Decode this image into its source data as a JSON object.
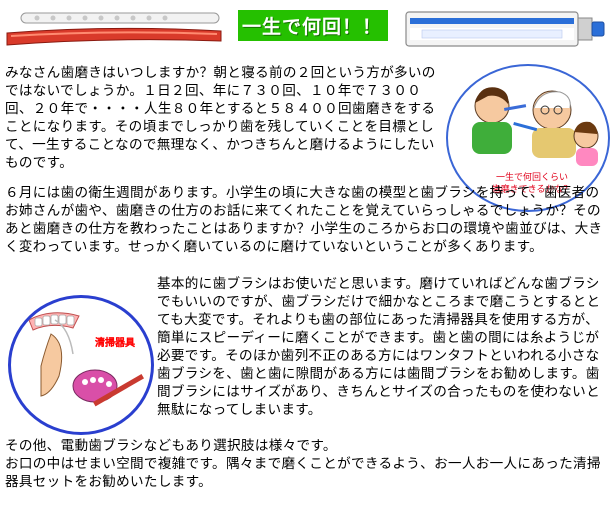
{
  "header": {
    "title": "一生で何回！！"
  },
  "paragraphs": {
    "p1": "みなさん歯磨きはいつしますか？朝と寝る前の２回という方が多いのではないでしょうか。１日２回、年に７３０回、１０年で７３００回、２０年で・・・・人生８０年とすると５８４００回歯磨きをすることになります。その頃までしっかり歯を残していくことを目標として、一生することなので無理なく、かつきちんと磨けるようにしたいものです。",
    "p2": "６月には歯の衛生週間があります。小学生の頃に大きな歯の模型と歯ブラシを持って、歯医者のお姉さんが歯や、歯磨きの仕方のお話に来てくれたことを覚えていらっしゃるでしょうか？そのあと歯磨きの仕方を教わったことはありますか？小学生のころからお口の環境や歯並びは、大きく変わっています。せっかく磨いているのに磨けていないということが多くあります。",
    "p3": "基本的に歯ブラシはお使いだと思います。磨けていればどんな歯ブラシでもいいのですが、歯ブラシだけで細かなところまで磨こうとするととても大変です。それよりも歯の部位にあった清掃器具を使用する方が、簡単にスピーディーに磨くことができます。歯と歯の間には糸ようじが必要です。そのほか歯列不正のある方にはワンタフトといわれる小さな歯ブラシを、歯と歯に隙間がある方には歯間ブラシをお勧めします。歯間ブラシにはサイズがあり、きちんとサイズの合ったものを使わないと無駄になってしまいます。",
    "p4": "その他、電動歯ブラシなどもあり選択肢は様々です。\nお口の中はせまい空間で複雑です。隅々まで磨くことができるよう、お一人お一人にあった清掃器具セットをお勧めいたします。"
  },
  "illustration_family": {
    "caption": "一生で何回くらい\n歯磨きできるかな？"
  },
  "illustration_tools": {
    "badge": "清掃器具"
  },
  "colors": {
    "title_bg": "#25c000",
    "circle_border": "#3a66d6",
    "caption": "#e0001a",
    "badge": "#ff2b2b"
  }
}
